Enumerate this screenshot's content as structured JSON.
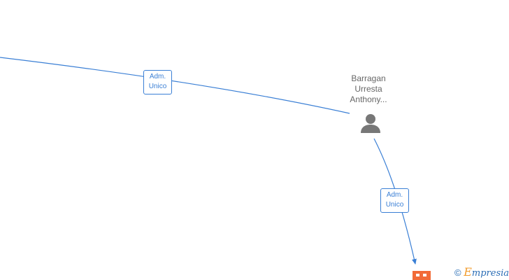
{
  "nodes": {
    "person": {
      "name_lines": [
        "Barragan",
        "Urresta",
        "Anthony..."
      ],
      "icon": "person-icon"
    },
    "company": {
      "icon": "building-icon",
      "color": "#f26b38"
    }
  },
  "edges": [
    {
      "label_lines": [
        "Adm.",
        "Unico"
      ]
    },
    {
      "label_lines": [
        "Adm.",
        "Unico"
      ]
    }
  ],
  "colors": {
    "edge": "#3a7fd5",
    "person_icon": "#777777",
    "company_icon": "#f26b38"
  },
  "watermark": {
    "copyright_symbol": "©",
    "brand_initial": "E",
    "brand_rest": "mpresia"
  }
}
